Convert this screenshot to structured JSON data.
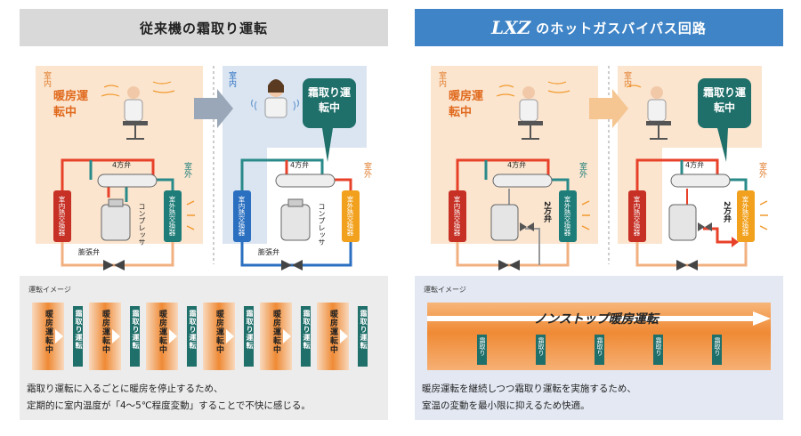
{
  "left": {
    "title": "従来機の霜取り運転",
    "diagram": {
      "indoor_label": "室内",
      "outdoor_label": "室外",
      "heating_status": "暖房運転中",
      "defrost_status": "霜取り運転中",
      "valve_4way": "4方弁",
      "indoor_hx": "室内熱交換器",
      "outdoor_hx": "室外熱交換器",
      "compressor": "コンプレッサ",
      "expansion_valve": "膨張弁"
    },
    "image_caption": "運転イメージ",
    "timeline": {
      "heating": "暖房運転中",
      "defrost": "霜取り運転"
    },
    "description_line1": "霜取り運転に入るごとに暖房を停止するため、",
    "description_line2": "定期的に室内温度が「4～5℃程度変動」することで不快に感じる。"
  },
  "right": {
    "brand": "LXZ",
    "title": "のホットガスバイパス回路",
    "diagram": {
      "indoor_label": "室内",
      "outdoor_label": "室外",
      "heating_status": "暖房運転中",
      "defrost_status": "霜取り運転中",
      "valve_4way": "4方弁",
      "valve_2way": "2方弁",
      "indoor_hx": "室内熱交換器",
      "outdoor_hx": "室外熱交換器"
    },
    "image_caption": "運転イメージ",
    "nonstop": "ノンストップ暖房運転",
    "defrost_short": "霜取り",
    "description_line1": "暖房運転を継続しつつ霜取り運転を実施するため、",
    "description_line2": "室温の変動を最小限に抑えるため快適。"
  },
  "colors": {
    "hot": "#e8412a",
    "warm": "#f29a2e",
    "cool": "#2a8a8a",
    "cold": "#2a6fc0",
    "accent_blue": "#3f84c6",
    "defrost_teal": "#1f6f6a"
  }
}
